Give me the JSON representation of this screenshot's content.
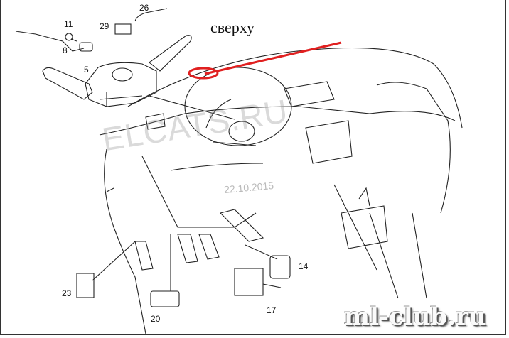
{
  "annotation": "сверху",
  "watermark": "ELCATS.RU",
  "date_stamp": "22.10.2015",
  "site_logo": "ml-club.ru",
  "highlight_color": "#e02020",
  "part_labels": {
    "p11": "11",
    "p29": "29",
    "p26": "26",
    "p8": "8",
    "p5": "5",
    "p23": "23",
    "p20": "20",
    "p17": "17",
    "p14": "14"
  }
}
